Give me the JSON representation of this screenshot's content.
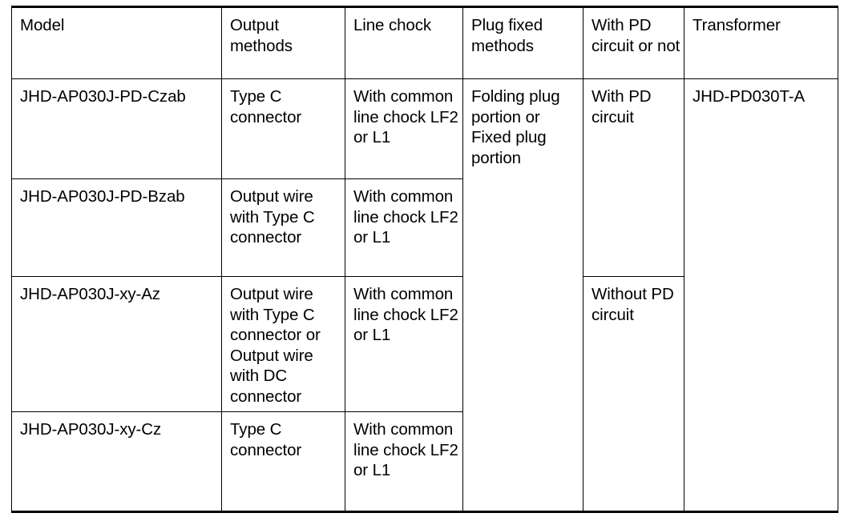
{
  "table": {
    "columns": [
      {
        "key": "model",
        "header": "Model"
      },
      {
        "key": "output",
        "header": "Output methods"
      },
      {
        "key": "chock",
        "header": "Line chock"
      },
      {
        "key": "plug",
        "header": "Plug fixed methods"
      },
      {
        "key": "pd",
        "header": "With PD circuit or not"
      },
      {
        "key": "transformer",
        "header": "Transformer"
      }
    ],
    "rows": [
      {
        "model": "JHD-AP030J-PD-Czab",
        "output": "Type C connector",
        "chock": "With common line chock LF2 or L1",
        "plug": "Folding plug portion or Fixed plug portion",
        "pd": "With PD circuit",
        "transformer": "JHD-PD030T-A"
      },
      {
        "model": "JHD-AP030J-PD-Bzab",
        "output": "Output wire with Type C connector",
        "chock": "With common line chock LF2 or L1"
      },
      {
        "model": "JHD-AP030J-xy-Az",
        "output": "Output wire with Type C connector or Output wire with DC connector",
        "chock": "With common line chock LF2 or L1",
        "pd": "Without PD circuit"
      },
      {
        "model": "JHD-AP030J-xy-Cz",
        "output": "Type C connector",
        "chock": "With common line chock LF2 or L1"
      }
    ]
  },
  "style": {
    "text_color": "#000000",
    "border_color": "#000000",
    "background_color": "#ffffff"
  }
}
